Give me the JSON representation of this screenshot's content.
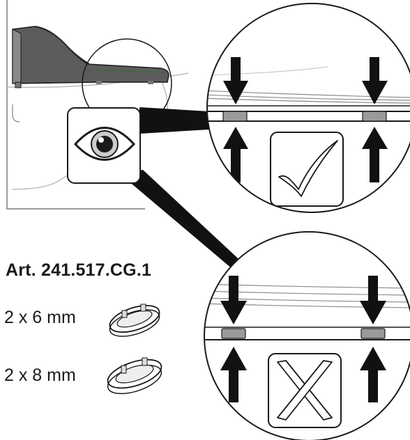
{
  "article": {
    "number": "Art. 241.517.CG.1"
  },
  "spacers": [
    {
      "label": "2 x 6 mm"
    },
    {
      "label": "2 x 8 mm"
    }
  ],
  "details": [
    {
      "state": "correct",
      "icon": "checkmark-icon"
    },
    {
      "state": "incorrect",
      "icon": "cross-icon"
    }
  ],
  "colors": {
    "line": "#1a1a1a",
    "device_body": "#5c5c5c",
    "device_light": "#8a8a8a",
    "spacer_pad": "#9a9a9a",
    "accent_green": "#3a6b3a"
  }
}
